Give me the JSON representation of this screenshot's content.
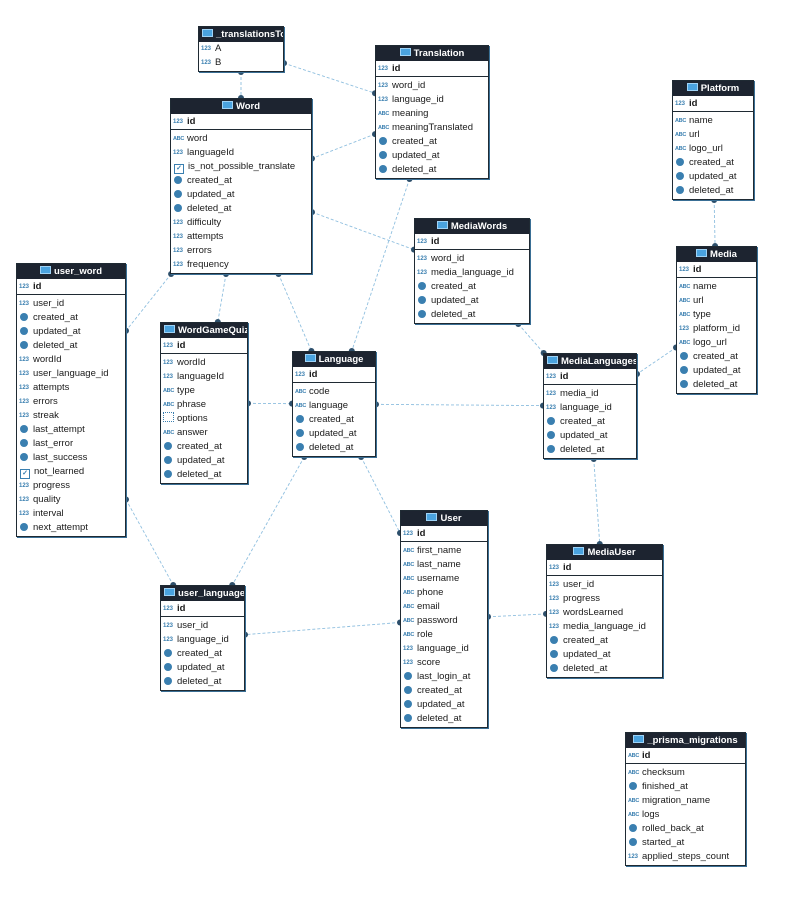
{
  "tables": [
    {
      "key": "translationsTo",
      "title": "_translationsTo",
      "columns": [
        {
          "name": "A",
          "type": "num",
          "pk": false
        },
        {
          "name": "B",
          "type": "num",
          "pk": false
        }
      ]
    },
    {
      "key": "translation",
      "title": "Translation",
      "columns": [
        {
          "name": "id",
          "type": "num",
          "pk": true
        },
        {
          "name": "word_id",
          "type": "num"
        },
        {
          "name": "language_id",
          "type": "num"
        },
        {
          "name": "meaning",
          "type": "text"
        },
        {
          "name": "meaningTranslated",
          "type": "text"
        },
        {
          "name": "created_at",
          "type": "date"
        },
        {
          "name": "updated_at",
          "type": "date"
        },
        {
          "name": "deleted_at",
          "type": "date"
        }
      ]
    },
    {
      "key": "word",
      "title": "Word",
      "columns": [
        {
          "name": "id",
          "type": "num",
          "pk": true
        },
        {
          "name": "word",
          "type": "text"
        },
        {
          "name": "languageId",
          "type": "num"
        },
        {
          "name": "is_not_possible_translate",
          "type": "bool"
        },
        {
          "name": "created_at",
          "type": "date"
        },
        {
          "name": "updated_at",
          "type": "date"
        },
        {
          "name": "deleted_at",
          "type": "date"
        },
        {
          "name": "difficulty",
          "type": "num"
        },
        {
          "name": "attempts",
          "type": "num"
        },
        {
          "name": "errors",
          "type": "num"
        },
        {
          "name": "frequency",
          "type": "num"
        }
      ]
    },
    {
      "key": "platform",
      "title": "Platform",
      "columns": [
        {
          "name": "id",
          "type": "num",
          "pk": true
        },
        {
          "name": "name",
          "type": "text"
        },
        {
          "name": "url",
          "type": "text"
        },
        {
          "name": "logo_url",
          "type": "text"
        },
        {
          "name": "created_at",
          "type": "date"
        },
        {
          "name": "updated_at",
          "type": "date"
        },
        {
          "name": "deleted_at",
          "type": "date"
        }
      ]
    },
    {
      "key": "mediaWords",
      "title": "MediaWords",
      "columns": [
        {
          "name": "id",
          "type": "num",
          "pk": true
        },
        {
          "name": "word_id",
          "type": "num"
        },
        {
          "name": "media_language_id",
          "type": "num"
        },
        {
          "name": "created_at",
          "type": "date"
        },
        {
          "name": "updated_at",
          "type": "date"
        },
        {
          "name": "deleted_at",
          "type": "date"
        }
      ]
    },
    {
      "key": "media",
      "title": "Media",
      "columns": [
        {
          "name": "id",
          "type": "num",
          "pk": true
        },
        {
          "name": "name",
          "type": "text"
        },
        {
          "name": "url",
          "type": "text"
        },
        {
          "name": "type",
          "type": "text"
        },
        {
          "name": "platform_id",
          "type": "num"
        },
        {
          "name": "logo_url",
          "type": "text"
        },
        {
          "name": "created_at",
          "type": "date"
        },
        {
          "name": "updated_at",
          "type": "date"
        },
        {
          "name": "deleted_at",
          "type": "date"
        }
      ]
    },
    {
      "key": "userWord",
      "title": "user_word",
      "columns": [
        {
          "name": "id",
          "type": "num",
          "pk": true
        },
        {
          "name": "user_id",
          "type": "num"
        },
        {
          "name": "created_at",
          "type": "date"
        },
        {
          "name": "updated_at",
          "type": "date"
        },
        {
          "name": "deleted_at",
          "type": "date"
        },
        {
          "name": "wordId",
          "type": "num"
        },
        {
          "name": "user_language_id",
          "type": "num"
        },
        {
          "name": "attempts",
          "type": "num"
        },
        {
          "name": "errors",
          "type": "num"
        },
        {
          "name": "streak",
          "type": "num"
        },
        {
          "name": "last_attempt",
          "type": "date"
        },
        {
          "name": "last_error",
          "type": "date"
        },
        {
          "name": "last_success",
          "type": "date"
        },
        {
          "name": "not_learned",
          "type": "bool"
        },
        {
          "name": "progress",
          "type": "num"
        },
        {
          "name": "quality",
          "type": "num"
        },
        {
          "name": "interval",
          "type": "num"
        },
        {
          "name": "next_attempt",
          "type": "date"
        }
      ]
    },
    {
      "key": "wordGameQuiz",
      "title": "WordGameQuiz",
      "columns": [
        {
          "name": "id",
          "type": "num",
          "pk": true
        },
        {
          "name": "wordId",
          "type": "num"
        },
        {
          "name": "languageId",
          "type": "num"
        },
        {
          "name": "type",
          "type": "text"
        },
        {
          "name": "phrase",
          "type": "text"
        },
        {
          "name": "options",
          "type": "list"
        },
        {
          "name": "answer",
          "type": "text"
        },
        {
          "name": "created_at",
          "type": "date"
        },
        {
          "name": "updated_at",
          "type": "date"
        },
        {
          "name": "deleted_at",
          "type": "date"
        }
      ]
    },
    {
      "key": "language",
      "title": "Language",
      "columns": [
        {
          "name": "id",
          "type": "num",
          "pk": true
        },
        {
          "name": "code",
          "type": "text"
        },
        {
          "name": "language",
          "type": "text"
        },
        {
          "name": "created_at",
          "type": "date"
        },
        {
          "name": "updated_at",
          "type": "date"
        },
        {
          "name": "deleted_at",
          "type": "date"
        }
      ]
    },
    {
      "key": "mediaLanguages",
      "title": "MediaLanguages",
      "columns": [
        {
          "name": "id",
          "type": "num",
          "pk": true
        },
        {
          "name": "media_id",
          "type": "num"
        },
        {
          "name": "language_id",
          "type": "num"
        },
        {
          "name": "created_at",
          "type": "date"
        },
        {
          "name": "updated_at",
          "type": "date"
        },
        {
          "name": "deleted_at",
          "type": "date"
        }
      ]
    },
    {
      "key": "user",
      "title": "User",
      "columns": [
        {
          "name": "id",
          "type": "num",
          "pk": true
        },
        {
          "name": "first_name",
          "type": "text"
        },
        {
          "name": "last_name",
          "type": "text"
        },
        {
          "name": "username",
          "type": "text"
        },
        {
          "name": "phone",
          "type": "text"
        },
        {
          "name": "email",
          "type": "text"
        },
        {
          "name": "password",
          "type": "text"
        },
        {
          "name": "role",
          "type": "text"
        },
        {
          "name": "language_id",
          "type": "num"
        },
        {
          "name": "score",
          "type": "num"
        },
        {
          "name": "last_login_at",
          "type": "date"
        },
        {
          "name": "created_at",
          "type": "date"
        },
        {
          "name": "updated_at",
          "type": "date"
        },
        {
          "name": "deleted_at",
          "type": "date"
        }
      ]
    },
    {
      "key": "mediaUser",
      "title": "MediaUser",
      "columns": [
        {
          "name": "id",
          "type": "num",
          "pk": true
        },
        {
          "name": "user_id",
          "type": "num"
        },
        {
          "name": "progress",
          "type": "num"
        },
        {
          "name": "wordsLearned",
          "type": "num"
        },
        {
          "name": "media_language_id",
          "type": "num"
        },
        {
          "name": "created_at",
          "type": "date"
        },
        {
          "name": "updated_at",
          "type": "date"
        },
        {
          "name": "deleted_at",
          "type": "date"
        }
      ]
    },
    {
      "key": "userLanguage",
      "title": "user_language",
      "columns": [
        {
          "name": "id",
          "type": "num",
          "pk": true
        },
        {
          "name": "user_id",
          "type": "num"
        },
        {
          "name": "language_id",
          "type": "num"
        },
        {
          "name": "created_at",
          "type": "date"
        },
        {
          "name": "updated_at",
          "type": "date"
        },
        {
          "name": "deleted_at",
          "type": "date"
        }
      ]
    },
    {
      "key": "prismaMigrations",
      "title": "_prisma_migrations",
      "columns": [
        {
          "name": "id",
          "type": "text",
          "pk": true
        },
        {
          "name": "checksum",
          "type": "text"
        },
        {
          "name": "finished_at",
          "type": "date"
        },
        {
          "name": "migration_name",
          "type": "text"
        },
        {
          "name": "logs",
          "type": "text"
        },
        {
          "name": "rolled_back_at",
          "type": "date"
        },
        {
          "name": "started_at",
          "type": "date"
        },
        {
          "name": "applied_steps_count",
          "type": "num"
        }
      ]
    }
  ],
  "relations": [
    {
      "from": "translationsTo",
      "to": "word"
    },
    {
      "from": "translationsTo",
      "to": "translation"
    },
    {
      "from": "translation",
      "to": "word"
    },
    {
      "from": "translation",
      "to": "language"
    },
    {
      "from": "word",
      "to": "mediaWords"
    },
    {
      "from": "word",
      "to": "userWord"
    },
    {
      "from": "word",
      "to": "wordGameQuiz"
    },
    {
      "from": "word",
      "to": "language"
    },
    {
      "from": "platform",
      "to": "media"
    },
    {
      "from": "mediaWords",
      "to": "mediaLanguages"
    },
    {
      "from": "media",
      "to": "mediaLanguages"
    },
    {
      "from": "userWord",
      "to": "userLanguage"
    },
    {
      "from": "wordGameQuiz",
      "to": "language"
    },
    {
      "from": "language",
      "to": "mediaLanguages"
    },
    {
      "from": "language",
      "to": "userLanguage"
    },
    {
      "from": "language",
      "to": "user"
    },
    {
      "from": "mediaLanguages",
      "to": "mediaUser"
    },
    {
      "from": "user",
      "to": "mediaUser"
    },
    {
      "from": "user",
      "to": "userLanguage"
    }
  ]
}
